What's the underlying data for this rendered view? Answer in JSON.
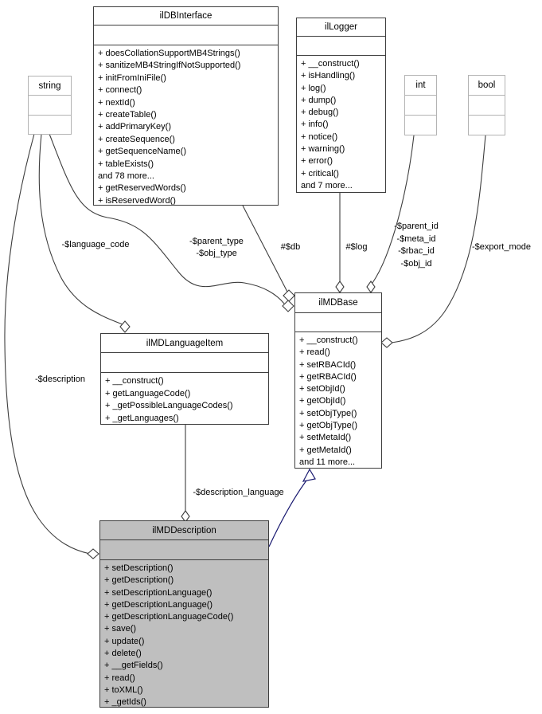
{
  "diagram": {
    "type": "uml-collaboration-graph",
    "background_color": "#ffffff",
    "edge_color": "#3d3d3d",
    "inheritance_color": "#191970",
    "selected_node_fill": "#bfbfbf",
    "type_node_border": "#b3b3b3"
  },
  "classes": {
    "ilDBInterface": {
      "title": "ilDBInterface",
      "methods": [
        "+ doesCollationSupportMB4Strings()",
        "+ sanitizeMB4StringIfNotSupported()",
        "+ initFromIniFile()",
        "+ connect()",
        "+ nextId()",
        "+ createTable()",
        "+ addPrimaryKey()",
        "+ createSequence()",
        "+ getSequenceName()",
        "+ tableExists()",
        "and 78 more...",
        "+ getReservedWords()",
        "+ isReservedWord()"
      ]
    },
    "ilLogger": {
      "title": "ilLogger",
      "methods": [
        "+ __construct()",
        "+ isHandling()",
        "+ log()",
        "+ dump()",
        "+ debug()",
        "+ info()",
        "+ notice()",
        "+ warning()",
        "+ error()",
        "+ critical()",
        "and 7 more..."
      ]
    },
    "string": {
      "title": "string"
    },
    "int": {
      "title": "int"
    },
    "bool": {
      "title": "bool"
    },
    "ilMDBase": {
      "title": "ilMDBase",
      "methods": [
        "+ __construct()",
        "+ read()",
        "+ setRBACId()",
        "+ getRBACId()",
        "+ setObjId()",
        "+ getObjId()",
        "+ setObjType()",
        "+ getObjType()",
        "+ setMetaId()",
        "+ getMetaId()",
        "and 11 more..."
      ]
    },
    "ilMDLanguageItem": {
      "title": "ilMDLanguageItem",
      "methods": [
        "+ __construct()",
        "+ getLanguageCode()",
        "+ _getPossibleLanguageCodes()",
        "+ _getLanguages()"
      ]
    },
    "ilMDDescription": {
      "title": "ilMDDescription",
      "methods": [
        "+ setDescription()",
        "+ getDescription()",
        "+ setDescriptionLanguage()",
        "+ getDescriptionLanguage()",
        "+ getDescriptionLanguageCode()",
        "+ save()",
        "+ update()",
        "+ delete()",
        "+ __getFields()",
        "+ read()",
        "+ toXML()",
        "+ _getIds()"
      ]
    }
  },
  "edge_labels": {
    "language_code": "-$language_code",
    "parent_type": [
      "-$parent_type",
      "-$obj_type"
    ],
    "db": "#$db",
    "log": "#$log",
    "base_ids": [
      "-$parent_id",
      "-$meta_id",
      "-$rbac_id",
      "-$obj_id"
    ],
    "export_mode": "-$export_mode",
    "description": "-$description",
    "description_language": "-$description_language"
  }
}
